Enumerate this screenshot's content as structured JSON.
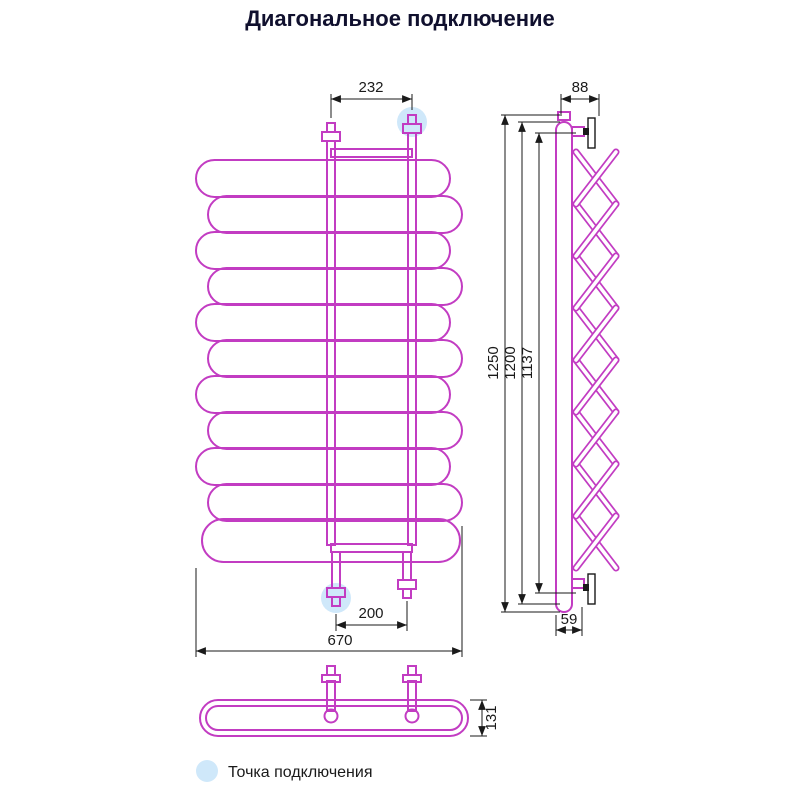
{
  "title": "Диагональное подключение",
  "legend": {
    "label": "Точка подключения"
  },
  "colors": {
    "pipe": "#c23cc2",
    "dim": "#1a1a1a",
    "highlight": "#cfe8fa",
    "title": "#10102e"
  },
  "dimensions": {
    "top_connection_width": "232",
    "side_depth_top": "88",
    "bottom_connection_width": "200",
    "overall_width": "670",
    "side_depth_bottom": "59",
    "height_overall": "1250",
    "height_collector": "1200",
    "height_inner": "1137",
    "profile_depth": "131"
  }
}
